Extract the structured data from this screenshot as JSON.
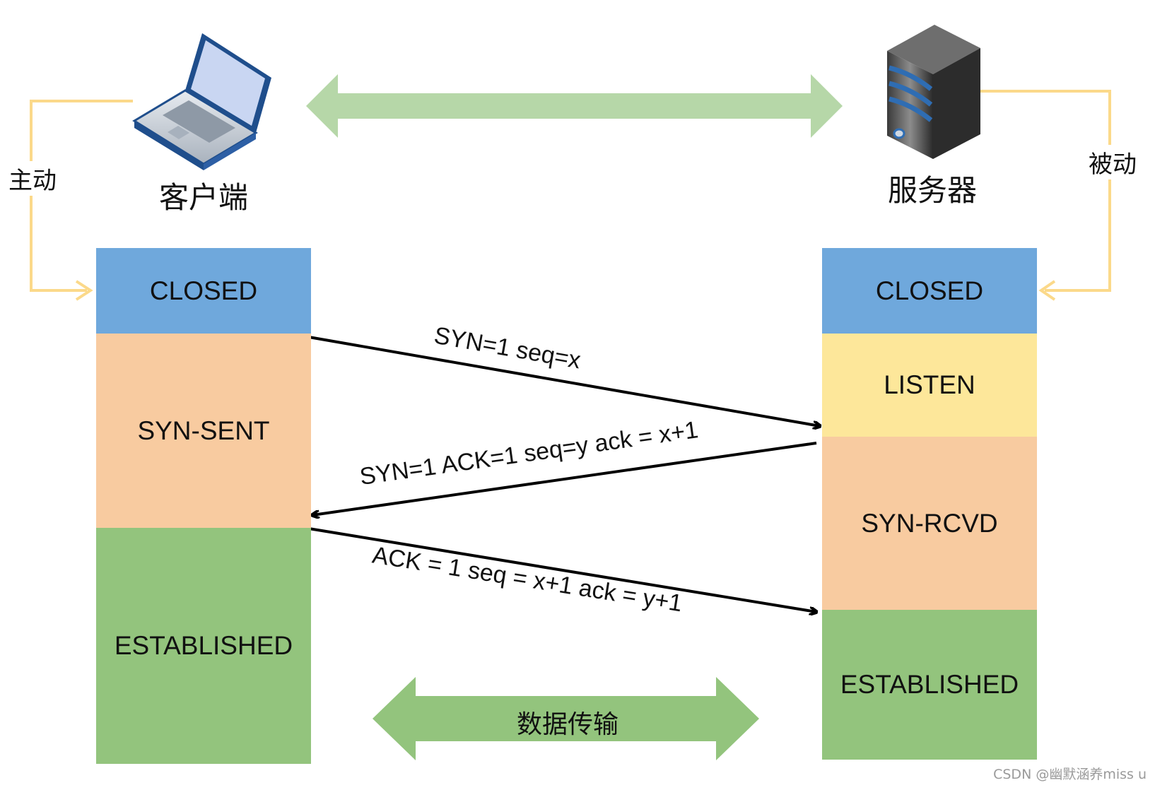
{
  "client": {
    "label": "客户端",
    "mode_label": "主动",
    "states": [
      "CLOSED",
      "SYN-SENT",
      "ESTABLISHED"
    ]
  },
  "server": {
    "label": "服务器",
    "mode_label": "被动",
    "states": [
      "CLOSED",
      "LISTEN",
      "SYN-RCVD",
      "ESTABLISHED"
    ]
  },
  "messages": {
    "syn": "SYN=1  seq=x",
    "syn_ack": "SYN=1 ACK=1 seq=y ack = x+1",
    "ack": "ACK = 1 seq = x+1 ack = y+1"
  },
  "data_transfer_label": "数据传输",
  "watermark": "CSDN @幽默涵养miss u",
  "colors": {
    "closed": "#6fa8dc",
    "syn_state": "#f8cba0",
    "listen": "#fde79a",
    "established": "#93c47d",
    "top_arrow": "#b6d7a8",
    "data_arrow": "#93c47d",
    "mode_connector": "#fbd98a",
    "message_arrow": "#000000"
  }
}
